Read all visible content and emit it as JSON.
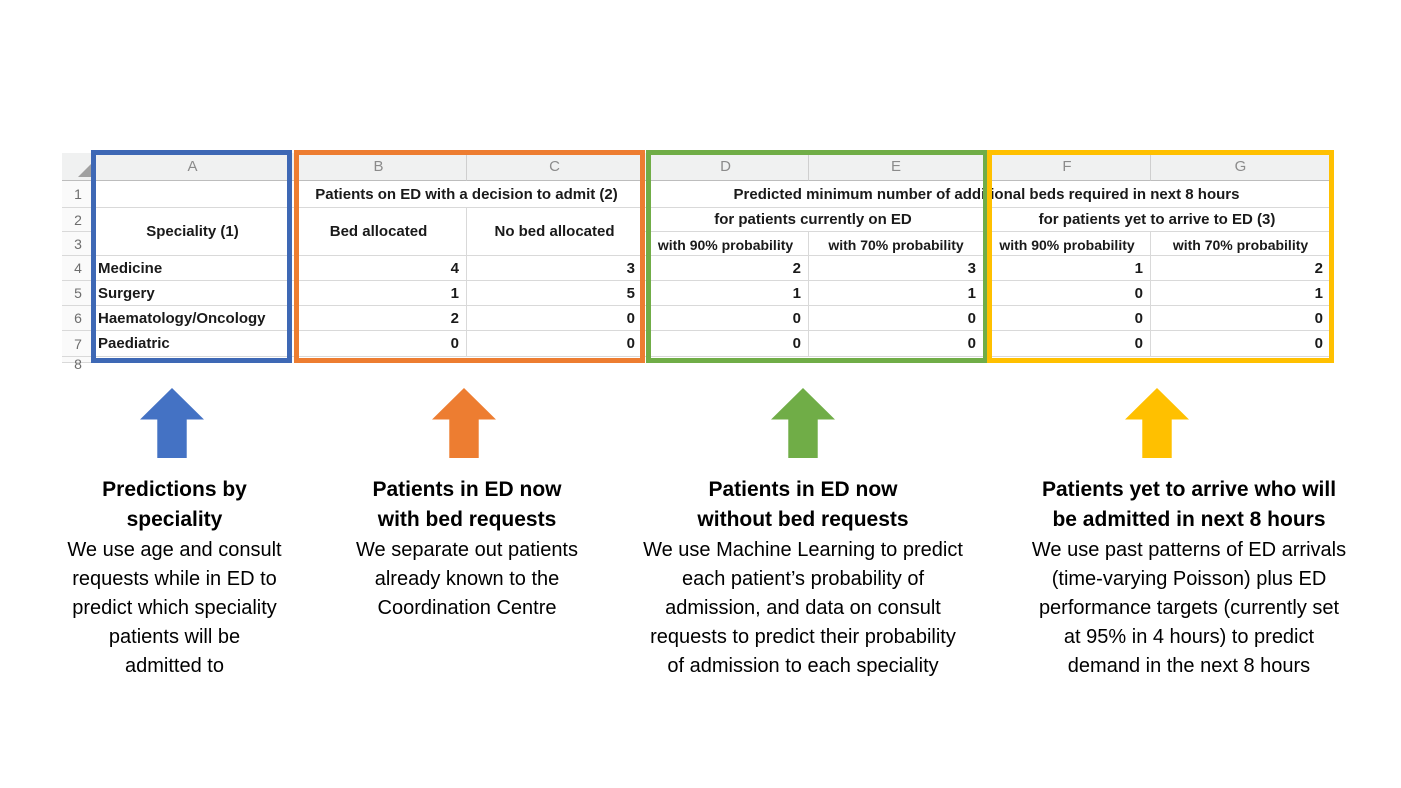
{
  "spreadsheet": {
    "column_headers": [
      "A",
      "B",
      "C",
      "D",
      "E",
      "F",
      "G"
    ],
    "row_numbers": [
      "1",
      "2",
      "3",
      "4",
      "5",
      "6",
      "7",
      "8"
    ],
    "header_row1": {
      "bc": "Patients on ED with a decision to admit (2)",
      "dg": "Predicted minimum number of additional beds required in next 8 hours"
    },
    "header_row2": {
      "a": "Speciality (1)",
      "b": "Bed allocated",
      "c": "No bed allocated",
      "de": "for patients currently on ED",
      "fg": "for patients yet to arrive to ED (3)"
    },
    "header_row3": {
      "d": "with 90% probability",
      "e": "with 70% probability",
      "f": "with 90% probability",
      "g": "with 70% probability"
    },
    "rows": [
      {
        "speciality": "Medicine",
        "bed_allocated": "4",
        "no_bed_allocated": "3",
        "on_ed_90": "2",
        "on_ed_70": "3",
        "arrive_90": "1",
        "arrive_70": "2"
      },
      {
        "speciality": "Surgery",
        "bed_allocated": "1",
        "no_bed_allocated": "5",
        "on_ed_90": "1",
        "on_ed_70": "1",
        "arrive_90": "0",
        "arrive_70": "1"
      },
      {
        "speciality": "Haematology/Oncology",
        "bed_allocated": "2",
        "no_bed_allocated": "0",
        "on_ed_90": "0",
        "on_ed_70": "0",
        "arrive_90": "0",
        "arrive_70": "0"
      },
      {
        "speciality": "Paediatric",
        "bed_allocated": "0",
        "no_bed_allocated": "0",
        "on_ed_90": "0",
        "on_ed_70": "0",
        "arrive_90": "0",
        "arrive_70": "0"
      }
    ]
  },
  "annotations": [
    {
      "color": "#4472C4",
      "title": "Predictions by\nspeciality",
      "body": "We use age and consult\nrequests while in ED to\npredict which speciality\npatients will be\nadmitted to"
    },
    {
      "color": "#ED7D31",
      "title": "Patients in ED now\nwith bed requests",
      "body": "We separate out patients\nalready known to the\nCoordination Centre"
    },
    {
      "color": "#70AD47",
      "title": "Patients in ED now\nwithout bed requests",
      "body": "We use Machine Learning to predict\neach patient’s probability of\nadmission, and data on consult\nrequests to predict their probability\nof admission to each speciality"
    },
    {
      "color": "#FFC000",
      "title": "Patients yet to arrive who will\nbe admitted in next 8 hours",
      "body": "We use past patterns of ED arrivals\n(time-varying Poisson) plus ED\nperformance targets (currently set\nat 95% in 4 hours) to predict\ndemand in the next 8 hours"
    }
  ],
  "colors": {
    "blue": "#4472C4",
    "orange": "#ED7D31",
    "green": "#70AD47",
    "yellow": "#FFC000"
  }
}
